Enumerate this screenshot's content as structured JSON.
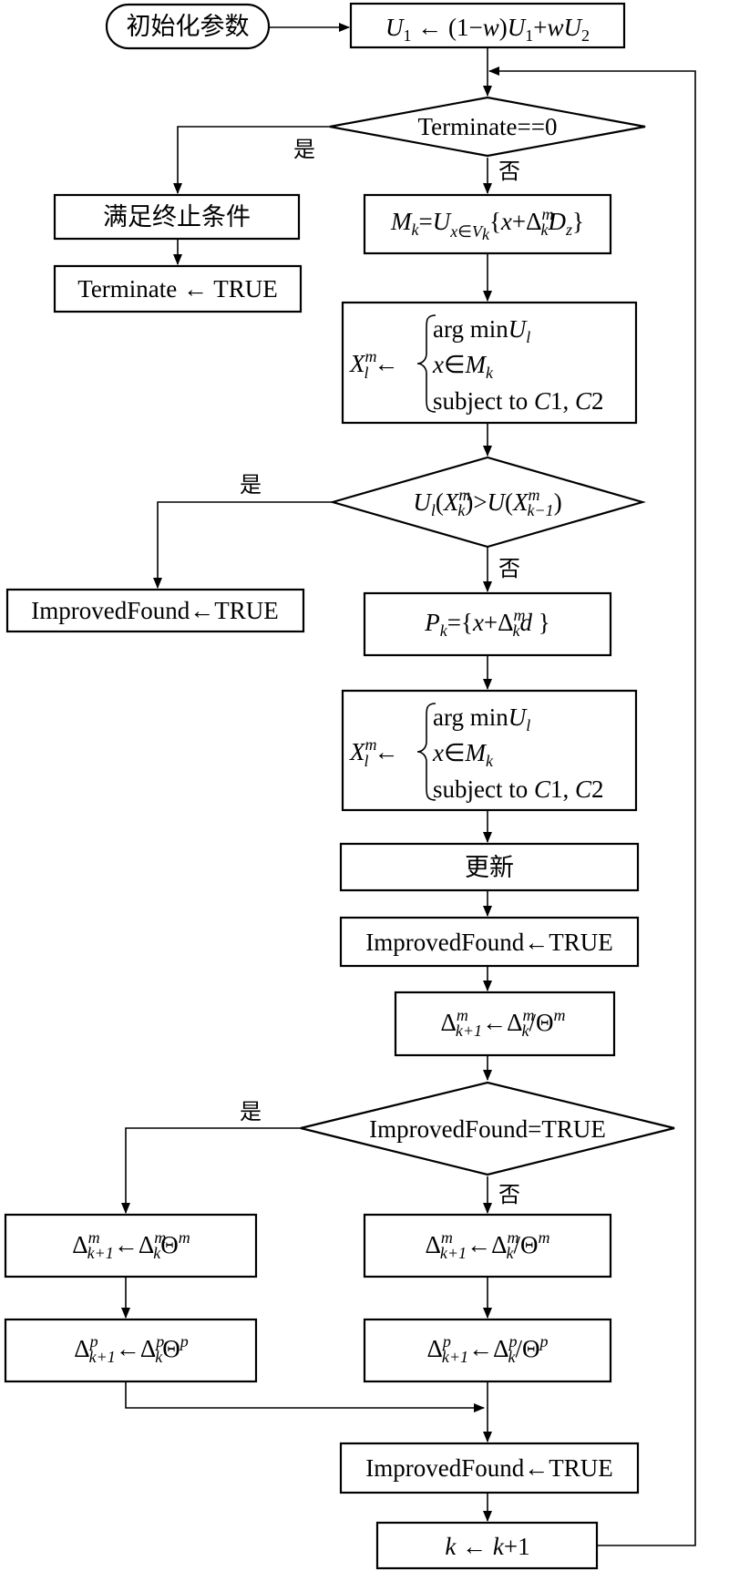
{
  "labels": {
    "yes": "是",
    "no": "否"
  },
  "nodes": {
    "init": "初始化参数",
    "weighted_objective": "U1 ← (1−w)U1 + wU2",
    "check_terminate": "Terminate==0",
    "meets_stop": "满足终止条件",
    "terminate_true": "Terminate ← TRUE",
    "mesh_set": "Mk=U x∈Vk {x+Δ m k Dz}",
    "search_step": {
      "lhs": "X m l ←",
      "line1": "arg min Ul",
      "line2": "x∈Mk",
      "line3": "subject to C1, C2"
    },
    "improve_check": "Ul(X m k) > U(X m k−1)",
    "improved_found_1": "ImprovedFound←TRUE",
    "poll_set": "Pk={x+Δ m k d}",
    "poll_step": {
      "lhs": "X m l ←",
      "line1": "arg min Ul",
      "line2": "x∈Mk",
      "line3": "subject to C1, C2"
    },
    "update": "更新",
    "improved_found_2": "ImprovedFound←TRUE",
    "delta_update_1": "Δ m k+1 ← Δ m k / Θ m",
    "improved_found_check": "ImprovedFound=TRUE",
    "expand_mesh": "Δ m k+1 ← Δ m k Θ m",
    "expand_poll": "Δ p k+1 ← Δ p k Θ p",
    "shrink_mesh": "Δ m k+1 ← Δ m k / Θ m",
    "shrink_poll": "Δ p k+1 ← Δ p k / Θ p",
    "improved_found_3": "ImprovedFound←TRUE",
    "increment_k": "k ← k+1"
  }
}
